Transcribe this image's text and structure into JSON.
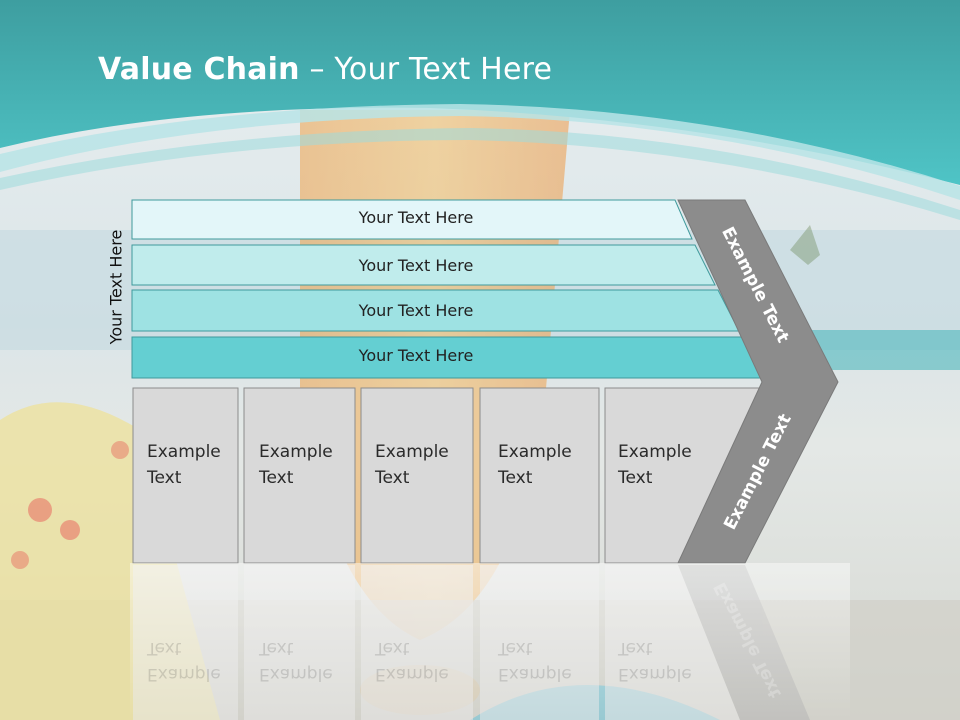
{
  "slide": {
    "title_bold": "Value Chain",
    "title_rest": " – Your Text Here"
  },
  "diagram": {
    "side_label": "Your Text Here",
    "bars": [
      {
        "label": "Your Text Here",
        "color": "#e3f6f9"
      },
      {
        "label": "Your Text Here",
        "color": "#c0ecec"
      },
      {
        "label": "Your Text Here",
        "color": "#9ee2e3"
      },
      {
        "label": "Your Text Here",
        "color": "#64cfd2"
      }
    ],
    "boxes": [
      {
        "line1": "Example",
        "line2": "Text"
      },
      {
        "line1": "Example",
        "line2": "Text"
      },
      {
        "line1": "Example",
        "line2": "Text"
      },
      {
        "line1": "Example",
        "line2": "Text"
      },
      {
        "line1": "Example",
        "line2": "Text"
      }
    ],
    "chevron_upper": "Example Text",
    "chevron_lower": "Example Text",
    "colors": {
      "teal": "#3fb5b8",
      "box_fill": "#d9d9d9",
      "chevron_fill": "#8c8c8c"
    }
  }
}
